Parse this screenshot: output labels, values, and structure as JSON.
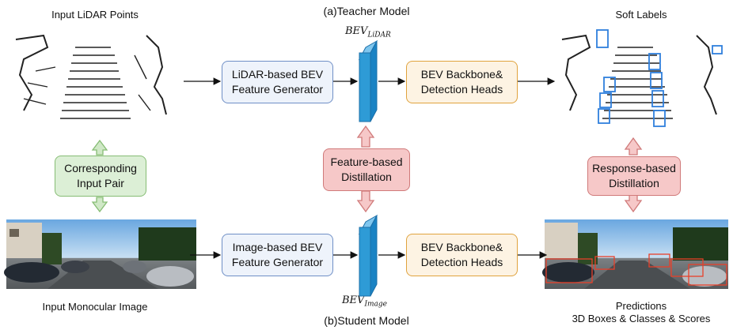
{
  "teacher_title": "(a)Teacher Model",
  "student_title": "(b)Student Model",
  "input_lidar_label": "Input LiDAR Points",
  "input_image_label": "Input Monocular Image",
  "soft_labels_label": "Soft Labels",
  "predictions_label": "Predictions",
  "predictions_sub": "3D Boxes & Classes & Scores",
  "lidar_generator": "LiDAR-based BEV\nFeature Generator",
  "image_generator": "Image-based BEV\nFeature Generator",
  "teacher_backbone": "BEV Backbone&\nDetection Heads",
  "student_backbone": "BEV Backbone&\nDetection Heads",
  "corresponding_pair": "Corresponding\nInput Pair",
  "feature_distillation": "Feature-based\nDistillation",
  "response_distillation": "Response-based\nDistillation",
  "bev_lidar": {
    "base": "BEV",
    "sub": "LiDAR"
  },
  "bev_image": {
    "base": "BEV",
    "sub": "Image"
  },
  "colors": {
    "blue": "#6f8fc6",
    "orange": "#e0a33e",
    "red": "#d07a7a",
    "green": "#86bd74",
    "feature": "#2e9bd6"
  }
}
